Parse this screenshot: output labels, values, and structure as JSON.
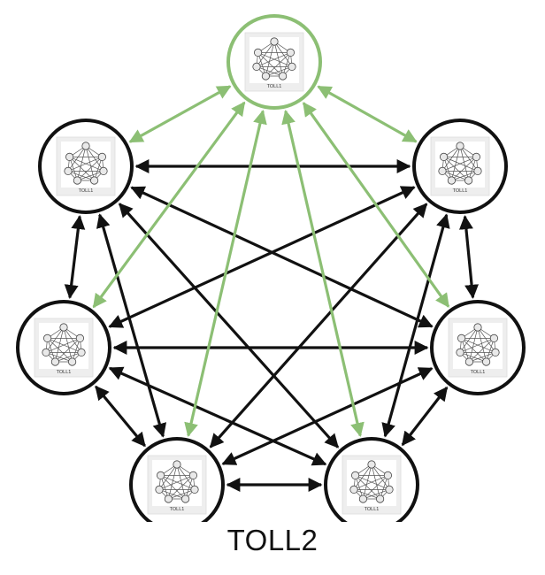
{
  "caption": "TOLL2",
  "inner_label": "TOLL1",
  "colors": {
    "black_edge": "#111111",
    "green_edge": "#8cbf74",
    "node_border_black": "#111111",
    "node_border_green": "#8cbf74",
    "node_fill": "#ffffff",
    "inner_box": "#eeeeee",
    "inner_line": "#555555"
  },
  "nodes": [
    {
      "id": "top",
      "highlight": true
    },
    {
      "id": "upper-left",
      "highlight": false
    },
    {
      "id": "upper-right",
      "highlight": false
    },
    {
      "id": "middle-left",
      "highlight": false
    },
    {
      "id": "middle-right",
      "highlight": false
    },
    {
      "id": "bottom-left",
      "highlight": false
    },
    {
      "id": "bottom-right",
      "highlight": false
    }
  ],
  "edges": [
    {
      "from": "top",
      "to": "upper-left",
      "color": "green"
    },
    {
      "from": "top",
      "to": "upper-right",
      "color": "green"
    },
    {
      "from": "top",
      "to": "middle-left",
      "color": "green"
    },
    {
      "from": "top",
      "to": "middle-right",
      "color": "green"
    },
    {
      "from": "top",
      "to": "bottom-left",
      "color": "green"
    },
    {
      "from": "top",
      "to": "bottom-right",
      "color": "green"
    },
    {
      "from": "upper-left",
      "to": "upper-right",
      "color": "black"
    },
    {
      "from": "upper-left",
      "to": "middle-left",
      "color": "black"
    },
    {
      "from": "upper-left",
      "to": "middle-right",
      "color": "black"
    },
    {
      "from": "upper-left",
      "to": "bottom-left",
      "color": "black"
    },
    {
      "from": "upper-left",
      "to": "bottom-right",
      "color": "black"
    },
    {
      "from": "upper-right",
      "to": "middle-left",
      "color": "black"
    },
    {
      "from": "upper-right",
      "to": "middle-right",
      "color": "black"
    },
    {
      "from": "upper-right",
      "to": "bottom-left",
      "color": "black"
    },
    {
      "from": "upper-right",
      "to": "bottom-right",
      "color": "black"
    },
    {
      "from": "middle-left",
      "to": "middle-right",
      "color": "black"
    },
    {
      "from": "middle-left",
      "to": "bottom-left",
      "color": "black"
    },
    {
      "from": "middle-left",
      "to": "bottom-right",
      "color": "black"
    },
    {
      "from": "middle-right",
      "to": "bottom-left",
      "color": "black"
    },
    {
      "from": "middle-right",
      "to": "bottom-right",
      "color": "black"
    },
    {
      "from": "bottom-left",
      "to": "bottom-right",
      "color": "black"
    }
  ]
}
